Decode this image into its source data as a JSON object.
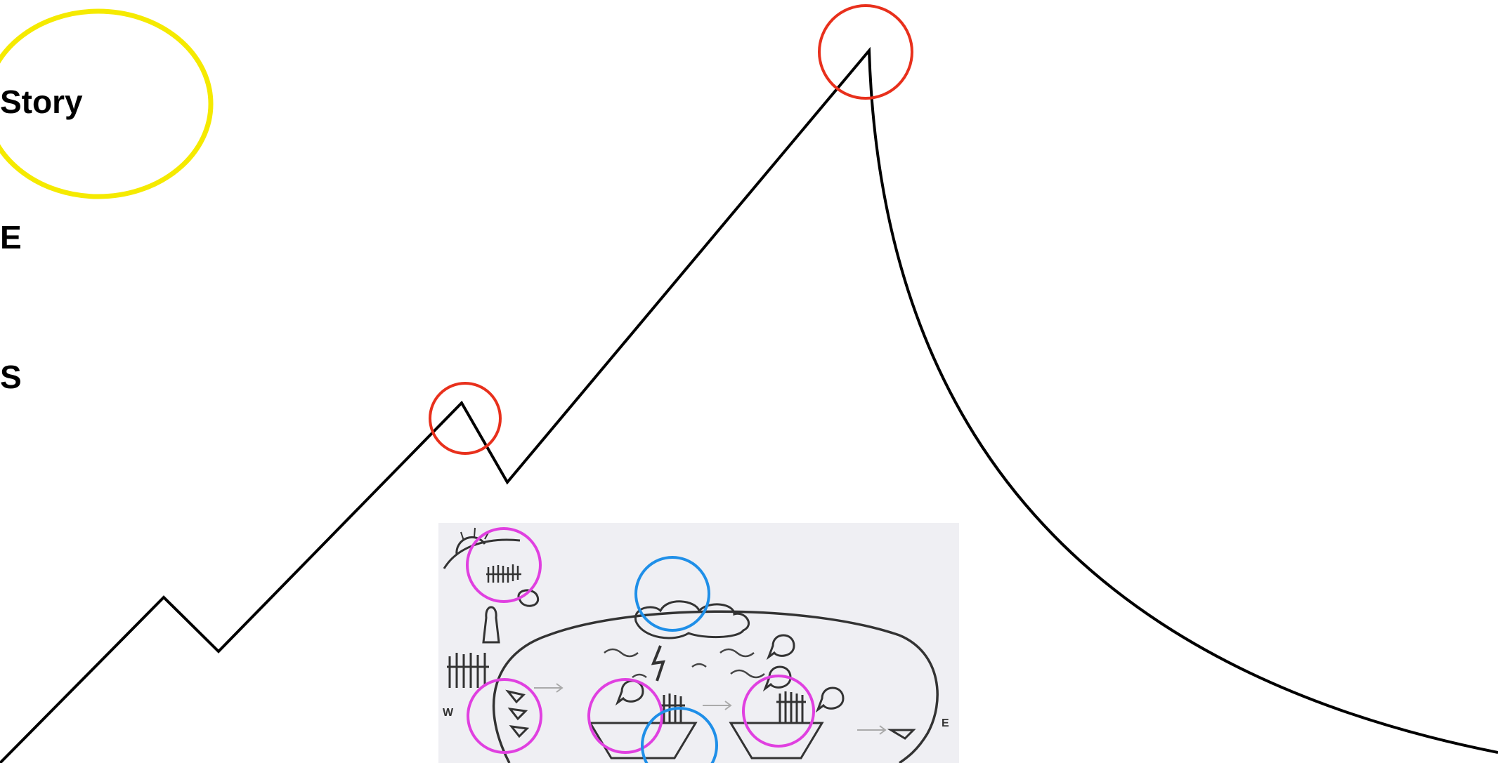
{
  "labels": {
    "story": "Story",
    "e": "E",
    "s": "S"
  },
  "sketch": {
    "letter_west": "W",
    "letter_east": "E"
  },
  "colors": {
    "story_highlight": "#f5ea00",
    "peak_markers": "#e8301c",
    "sketch_magenta": "#e040e0",
    "sketch_blue": "#1f8fe8",
    "plot_line": "#000000"
  }
}
